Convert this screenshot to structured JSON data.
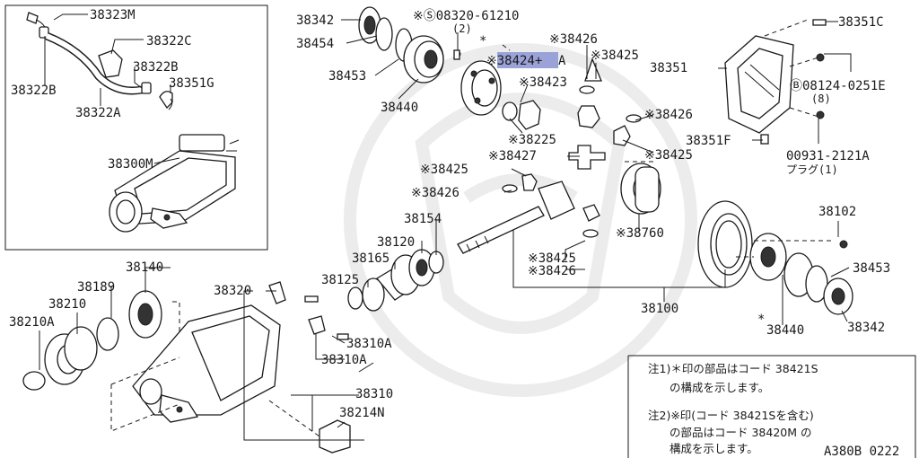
{
  "diagram_code": "A380B 0222",
  "highlight_color": "#9aa2d8",
  "callouts": {
    "p38323M": "38323M",
    "p38322C": "38322C",
    "p38322B_a": "38322B",
    "p38322B_b": "38322B",
    "p38322A": "38322A",
    "p38351G": "38351G",
    "p38300M": "38300M",
    "p38342_top": "38342",
    "p38454": "38454",
    "p38453_top": "38453",
    "p38440_top": "38440",
    "p08320": "※Ⓢ08320-61210",
    "p08320_qty": "(2)",
    "p38426_a": "※38426",
    "p38424": "※38424+",
    "p38424_suffix": "A",
    "p38425_a": "※38425",
    "p38423": "※38423",
    "p38225": "※38225",
    "p38427": "※38427",
    "p38425_b": "※38425",
    "p38426_b": "※38426",
    "p38426_c": "※38426",
    "p38425_c": "※38425",
    "p38760": "※38760",
    "p38425_d": "※38425",
    "p38426_d": "※38426",
    "p38154": "38154",
    "p38120": "38120",
    "p38165": "38165",
    "p38125": "38125",
    "p38351C": "38351C",
    "p38351": "38351",
    "p08124": "Ⓑ08124-0251E",
    "p08124_qty": "(8)",
    "p38351F": "38351F",
    "p00931": "00931-2121A",
    "p00931_sub": "プラグ(1)",
    "p38102": "38102",
    "p38100": "38100",
    "p38453_right": "38453",
    "p38342_right": "38342",
    "p38440_right": "38440",
    "p38140": "38140",
    "p38189": "38189",
    "p38210": "38210",
    "p38210A": "38210A",
    "p38320": "38320",
    "p38310A_a": "38310A",
    "p38310A_b": "38310A",
    "p38310": "38310",
    "p38214N": "38214N",
    "star_a": "*",
    "star_b": "*"
  },
  "notes": {
    "note1_line1": "注1)＊印の部品はコード 38421S",
    "note1_line2": "の構成を示します。",
    "note2_line1": "注2)※印(コード 38421Sを含む)",
    "note2_line2": "の部品はコード 38420M の",
    "note2_line3": "構成を示します。"
  }
}
